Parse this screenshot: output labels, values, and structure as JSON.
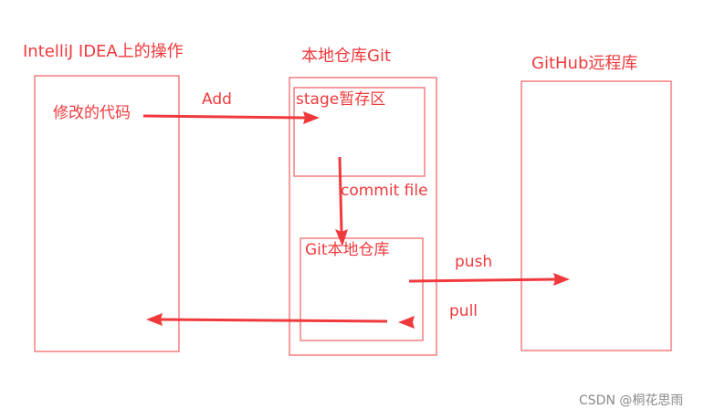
{
  "diagram": {
    "sections": {
      "ide": {
        "title": "IntelliJ IDEA上的操作",
        "item": "修改的代码"
      },
      "local_git": {
        "title": "本地仓库Git",
        "stage": "stage暂存区",
        "repo": "Git本地仓库"
      },
      "github": {
        "title": "GitHub远程库"
      }
    },
    "edges": {
      "add": "Add",
      "commit": "commit file",
      "push": "push",
      "pull": "pull"
    },
    "colors": {
      "line": "#f0393c",
      "box": "#f06a6c",
      "text": "#f0393c"
    }
  },
  "watermark": "CSDN @桐花思雨"
}
